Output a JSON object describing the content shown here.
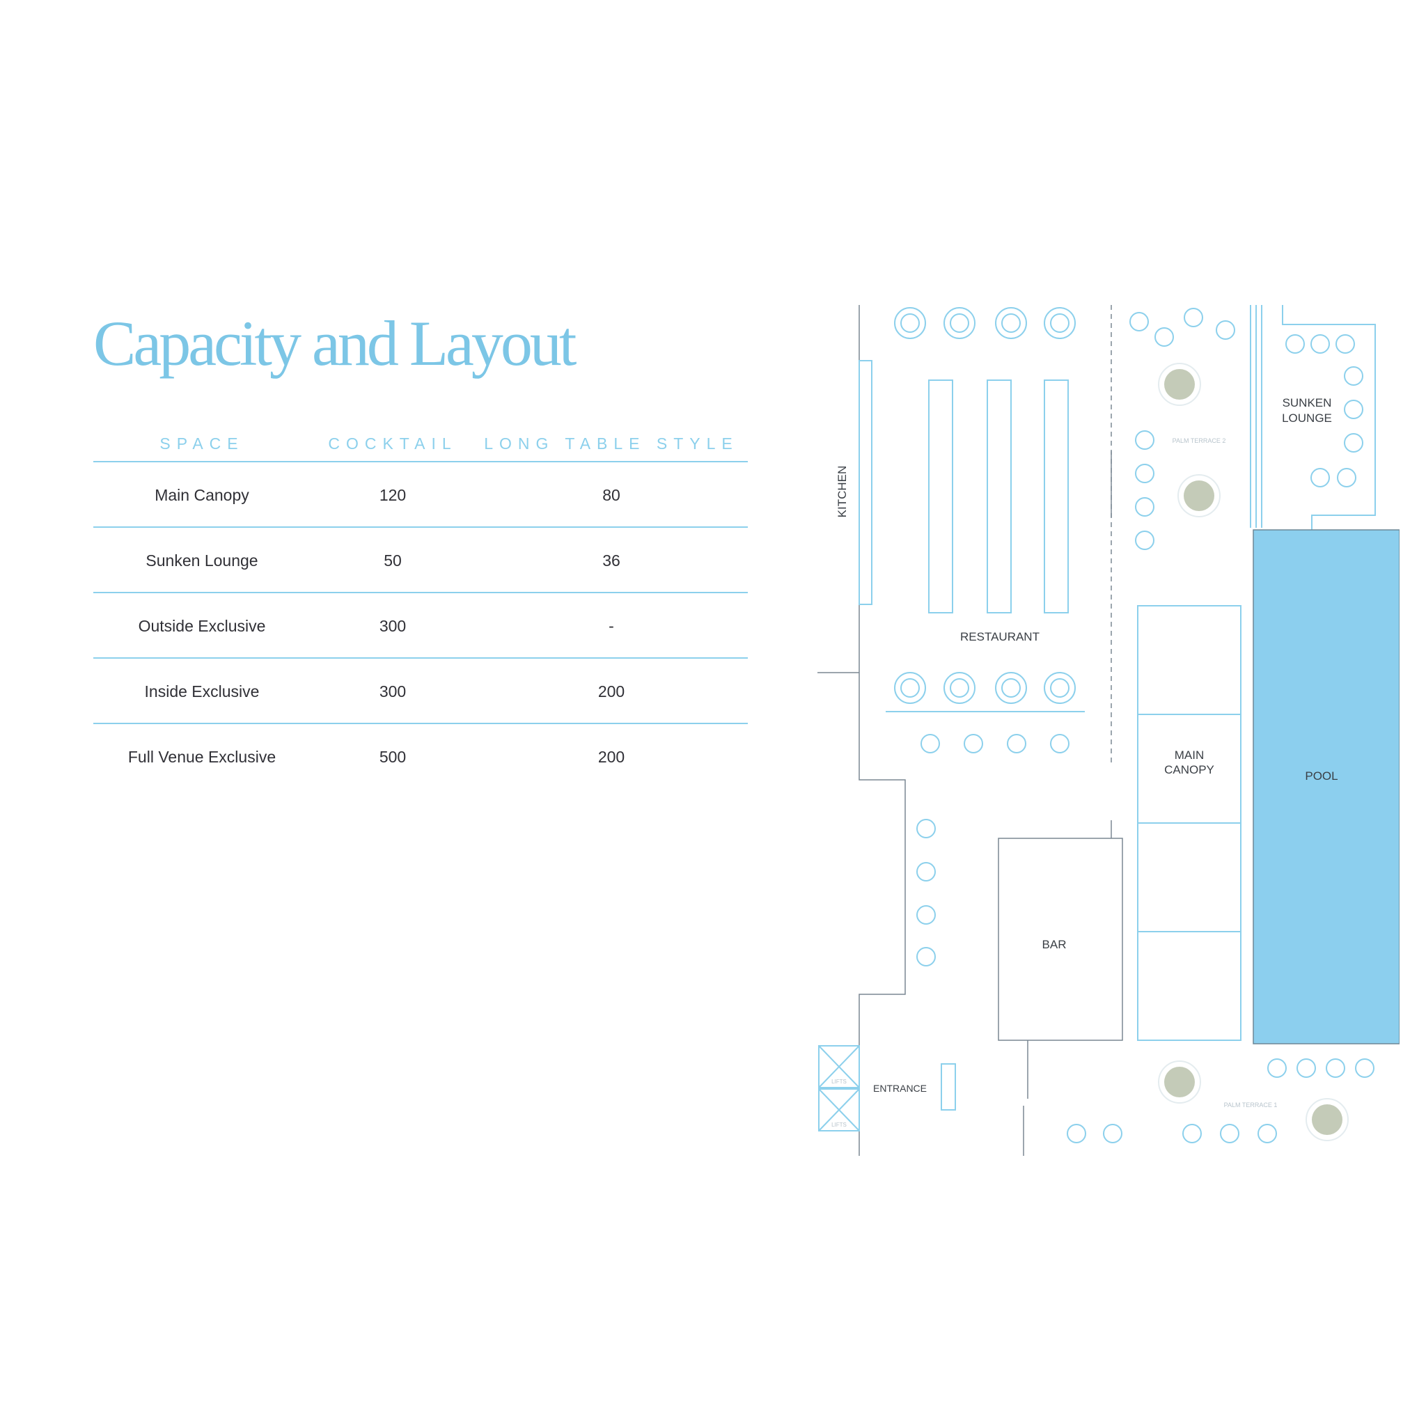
{
  "title": "Capacity and Layout",
  "table": {
    "headers": [
      "SPACE",
      "COCKTAIL",
      "LONG TABLE STYLE"
    ],
    "rows": [
      [
        "Main Canopy",
        "120",
        "80"
      ],
      [
        "Sunken Lounge",
        "50",
        "36"
      ],
      [
        "Outside Exclusive",
        "300",
        "-"
      ],
      [
        "Inside Exclusive",
        "300",
        "200"
      ],
      [
        "Full Venue Exclusive",
        "500",
        "200"
      ]
    ]
  },
  "floorplan": {
    "labels": {
      "kitchen": "KITCHEN",
      "restaurant": "RESTAURANT",
      "sunken_lounge_1": "SUNKEN",
      "sunken_lounge_2": "LOUNGE",
      "main_canopy_1": "MAIN",
      "main_canopy_2": "CANOPY",
      "pool": "POOL",
      "bar": "BAR",
      "entrance": "ENTRANCE",
      "palm_terrace_2": "PALM TERRACE 2",
      "palm_terrace_1": "PALM TERRACE 1",
      "lifts_1": "LIFTS",
      "lifts_2": "LIFTS"
    }
  },
  "colors": {
    "accent": "#7cc6e6",
    "line": "#8cd0ec",
    "pool": "#8ccfee",
    "planter": "#c4cbb8",
    "text": "#303036"
  }
}
